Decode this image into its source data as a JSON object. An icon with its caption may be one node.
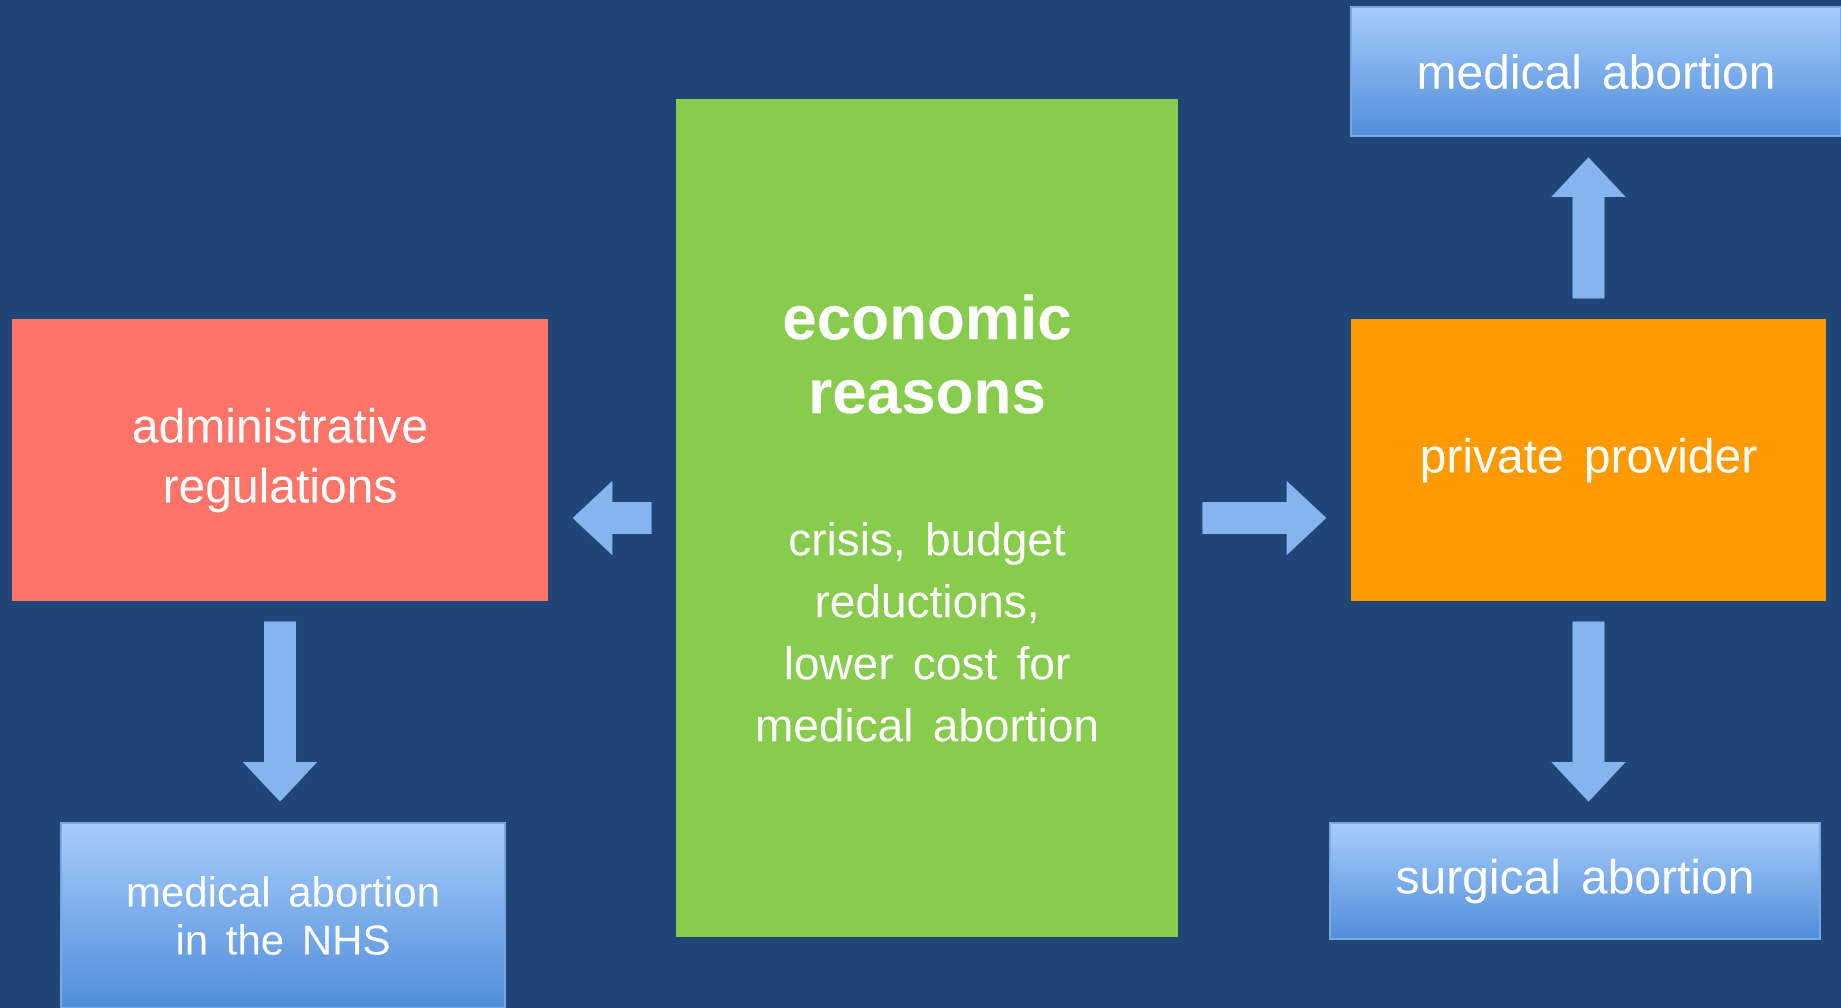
{
  "diagram": {
    "nodes": [
      {
        "text": [
          "administrative regulations"
        ]
      },
      {
        "text": [
          "economic reasons",
          "crisis, budget reductions, lower cost for medical abortion"
        ]
      },
      {
        "text": [
          "private provider"
        ]
      },
      {
        "text": [
          "medical abortion"
        ]
      },
      {
        "text": [
          "medical abortion in the NHS"
        ]
      },
      {
        "text": [
          "surgical abortion"
        ]
      }
    ],
    "edges": [
      {
        "from": 1,
        "to": 0,
        "arrow": "to"
      },
      {
        "from": 1,
        "to": 2,
        "arrow": "to"
      },
      {
        "from": 2,
        "to": 3,
        "arrow": "to"
      },
      {
        "from": 2,
        "to": 5,
        "arrow": "to"
      },
      {
        "from": 0,
        "to": 4,
        "arrow": "to"
      }
    ]
  }
}
